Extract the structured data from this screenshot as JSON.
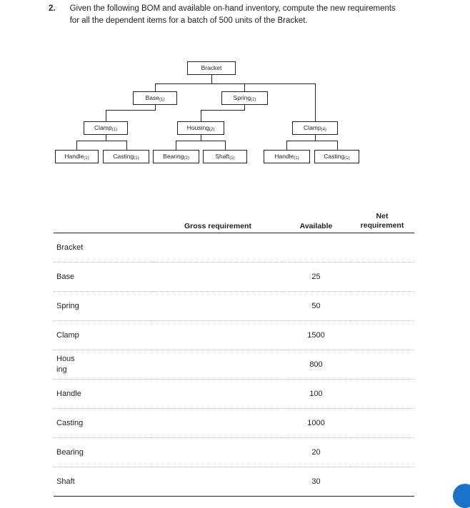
{
  "question": {
    "number": "2.",
    "text": "Given the following BOM and available on-hand inventory, compute the new requirements for all the dependent items for a batch of 500 units of the Bracket."
  },
  "bom": {
    "nodes": [
      {
        "label": "Bracket",
        "qty": ""
      },
      {
        "label": "Base",
        "qty": "(1)"
      },
      {
        "label": "Spring",
        "qty": "(2)"
      },
      {
        "label": "Clamp",
        "qty": "(1)"
      },
      {
        "label": "Housing",
        "qty": "(2)"
      },
      {
        "label": "Clamp",
        "qty": "(4)"
      },
      {
        "label": "Handle",
        "qty": "(1)"
      },
      {
        "label": "Casting",
        "qty": "(1)"
      },
      {
        "label": "Bearing",
        "qty": "(2)"
      },
      {
        "label": "Shaft",
        "qty": "(1)"
      },
      {
        "label": "Handle",
        "qty": "(1)"
      },
      {
        "label": "Casting",
        "qty": "(1)"
      }
    ]
  },
  "table": {
    "headers": {
      "item": "",
      "gross": "Gross requirement",
      "available": "Available",
      "net_line1": "Net",
      "net_line2": "requirement"
    },
    "rows": [
      {
        "item": "Bracket",
        "gross": "",
        "available": "",
        "net": ""
      },
      {
        "item": "Base",
        "gross": "",
        "available": "25",
        "net": ""
      },
      {
        "item": "Spring",
        "gross": "",
        "available": "50",
        "net": ""
      },
      {
        "item": "Clamp",
        "gross": "",
        "available": "1500",
        "net": ""
      },
      {
        "item": "Housing",
        "gross": "",
        "available": "800",
        "net": ""
      },
      {
        "item": "Handle",
        "gross": "",
        "available": "100",
        "net": ""
      },
      {
        "item": "Casting",
        "gross": "",
        "available": "1000",
        "net": ""
      },
      {
        "item": "Bearing",
        "gross": "",
        "available": "20",
        "net": ""
      },
      {
        "item": "Shaft",
        "gross": "",
        "available": "30",
        "net": ""
      }
    ]
  },
  "colors": {
    "accent": "#1a73c8",
    "text": "#231f20",
    "rule": "#b9b9b9"
  }
}
